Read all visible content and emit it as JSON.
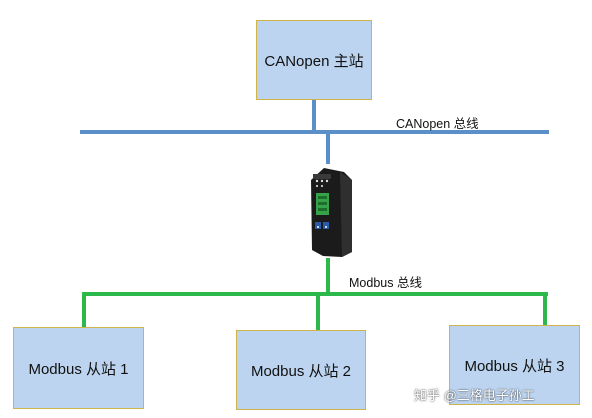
{
  "diagram": {
    "master": {
      "label": "CANopen 主站"
    },
    "canopen_bus": {
      "label": "CANopen 总线",
      "color": "#5a8fc9"
    },
    "gateway": {
      "icon": "gateway-device-icon"
    },
    "modbus_bus": {
      "label": "Modbus 总线",
      "color": "#2db84b"
    },
    "slaves": [
      {
        "label": "Modbus 从站 1"
      },
      {
        "label": "Modbus 从站 2"
      },
      {
        "label": "Modbus 从站 3"
      }
    ],
    "node_fill": "#bcd4ef",
    "node_border": "#cfb44a"
  },
  "watermark": {
    "text": "知乎 @三格电子孙工"
  }
}
